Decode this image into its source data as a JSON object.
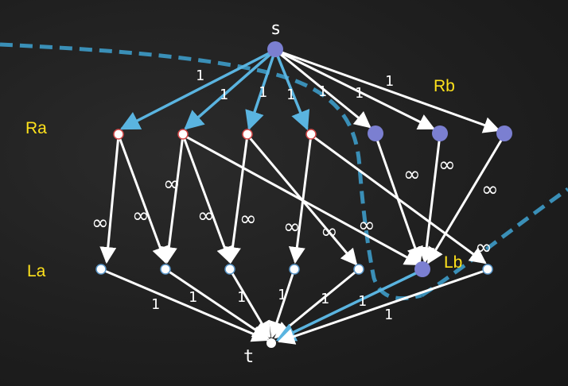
{
  "diagram": {
    "labels": {
      "source": "s",
      "sink": "t",
      "set_ra": "Ra",
      "set_rb": "Rb",
      "set_la": "La",
      "set_lb": "Lb"
    },
    "edge_labels": {
      "unit": "1",
      "infinite": "∞"
    },
    "colors": {
      "background": "#1f1f1f",
      "white_edge": "#ffffff",
      "blue_edge": "#5ab4e0",
      "cut_line": "#3a8fb7",
      "node_fill_purple": "#7b7fd1",
      "node_outline_red": "#d54a4a",
      "node_outline_blue": "#5a96c8",
      "set_label_yellow": "#ffe21c"
    }
  }
}
